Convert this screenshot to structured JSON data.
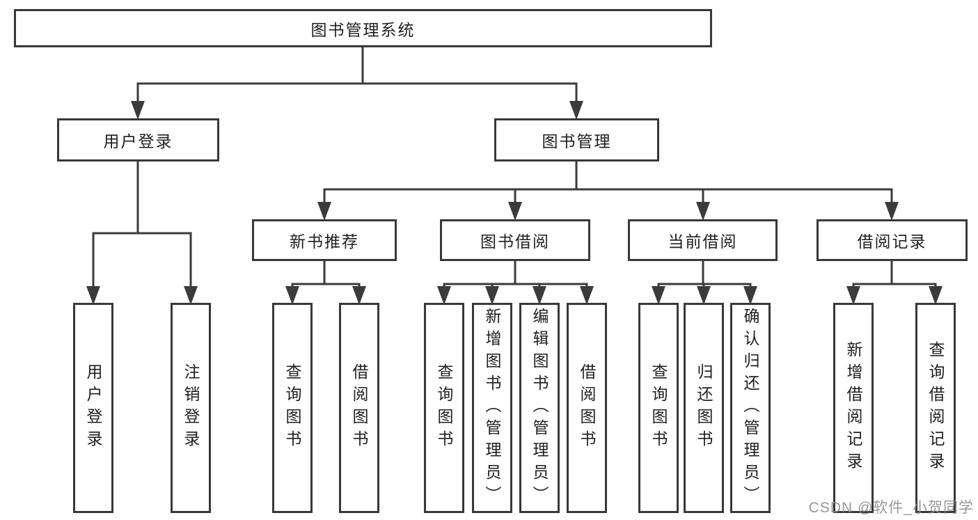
{
  "tree": {
    "root": {
      "label": "图书管理系统",
      "children": [
        {
          "label": "用户登录",
          "children": [
            {
              "label": "用户登录"
            },
            {
              "label": "注销登录"
            }
          ]
        },
        {
          "label": "图书管理",
          "children": [
            {
              "label": "新书推荐",
              "children": [
                {
                  "label": "查询图书"
                },
                {
                  "label": "借阅图书"
                }
              ]
            },
            {
              "label": "图书借阅",
              "children": [
                {
                  "label": "查询图书"
                },
                {
                  "label": "新增图书（管理员）"
                },
                {
                  "label": "编辑图书（管理员）"
                },
                {
                  "label": "借阅图书"
                }
              ]
            },
            {
              "label": "当前借阅",
              "children": [
                {
                  "label": "查询图书"
                },
                {
                  "label": "归还图书"
                },
                {
                  "label": "确认归还（管理员）"
                }
              ]
            },
            {
              "label": "借阅记录",
              "children": [
                {
                  "label": "新增借阅记录"
                },
                {
                  "label": "查询借阅记录"
                }
              ]
            }
          ]
        }
      ]
    }
  },
  "watermark": {
    "text": "CSDN @软件_小贺同学"
  },
  "colors": {
    "line": "#3b3b3b",
    "box_border": "#383838",
    "text": "#1f1f1f",
    "watermark": "#8e8e8e"
  }
}
